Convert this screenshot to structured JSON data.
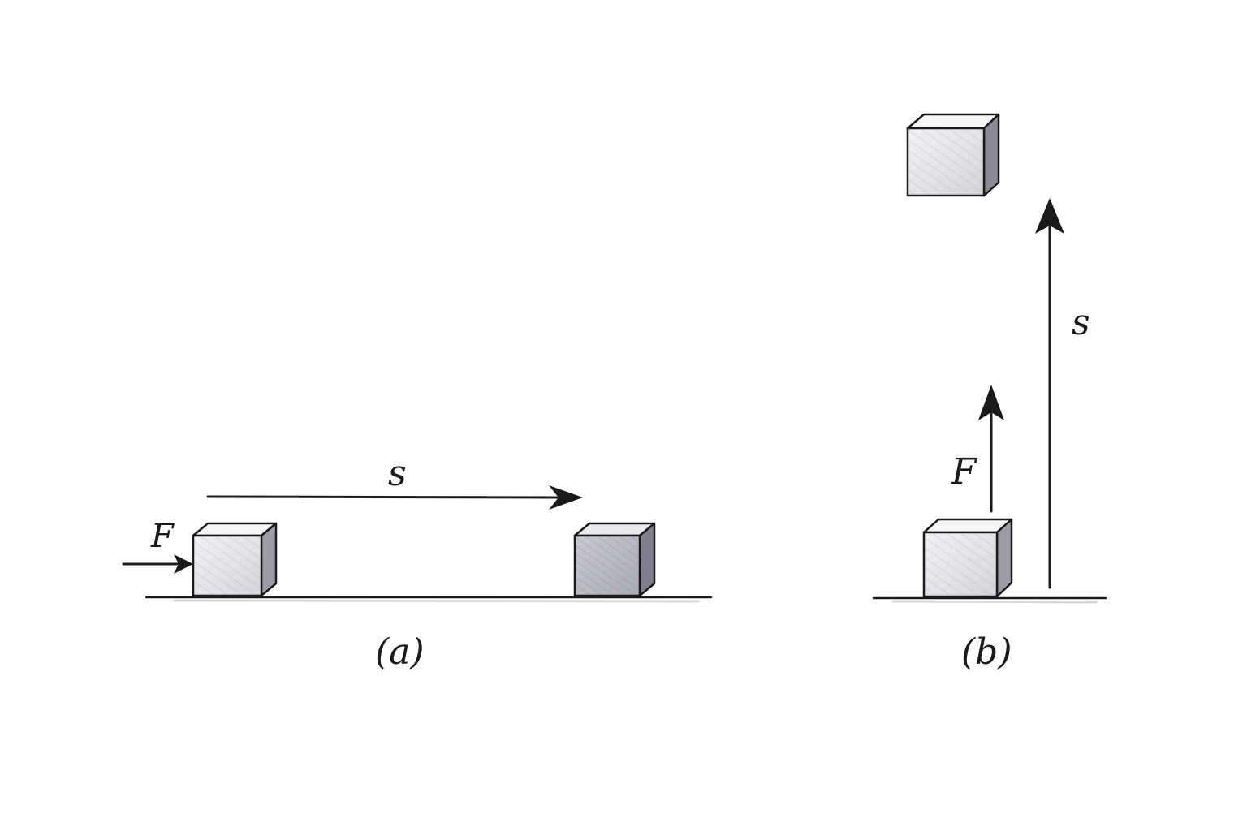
{
  "panel_a": {
    "force_label": "F",
    "displacement_label": "s",
    "caption": "(a)"
  },
  "panel_b": {
    "force_label": "F",
    "displacement_label": "s",
    "caption": "(b)"
  },
  "colors": {
    "ink": "#1a1a1a",
    "block_front": "#e4e5ea",
    "block_front_dark": "#c9cad2",
    "block_top": "#f6f6f8",
    "block_side": "#9c9ca6",
    "ground_shadow": "#d8d8dc"
  }
}
